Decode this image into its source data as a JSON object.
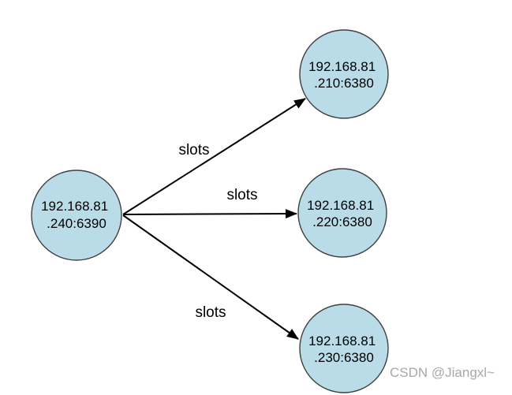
{
  "diagram": {
    "nodes": {
      "master": {
        "line1": "192.168.81",
        "line2": ".240:6390"
      },
      "replicas": [
        {
          "line1": "192.168.81",
          "line2": ".210:6380"
        },
        {
          "line1": "192.168.81",
          "line2": ".220:6380"
        },
        {
          "line1": "192.168.81",
          "line2": ".230:6380"
        }
      ]
    },
    "edges": [
      {
        "label": "slots"
      },
      {
        "label": "slots"
      },
      {
        "label": "slots"
      }
    ],
    "style": {
      "node_fill": "#b9dce8",
      "node_stroke": "#404040",
      "edge_color": "#000000",
      "label_color": "#000000",
      "watermark_color": "#a8a8a8",
      "background": "#ffffff"
    }
  },
  "watermark": {
    "text": "CSDN @Jiangxl~"
  }
}
